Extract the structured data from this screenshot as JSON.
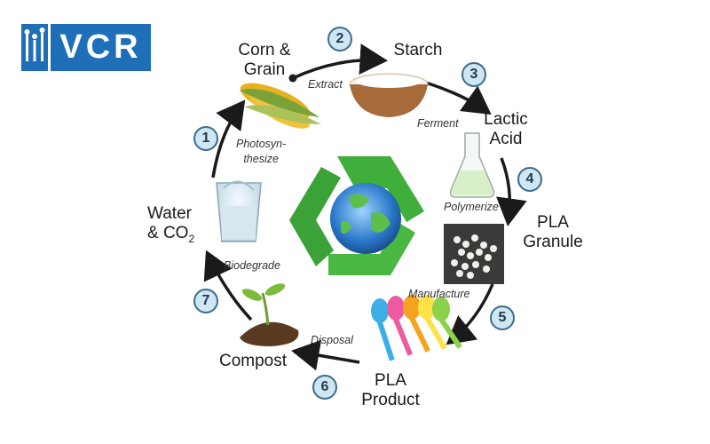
{
  "logo": {
    "text": "VCR"
  },
  "nodes": {
    "corn": "Corn &\nGrain",
    "starch": "Starch",
    "lactic": "Lactic\nAcid",
    "granule": "PLA\nGranule",
    "product": "PLA\nProduct",
    "compost": "Compost",
    "water_main": "Water\n& CO",
    "water_sub": "2"
  },
  "processes": {
    "extract": "Extract",
    "ferment": "Ferment",
    "polymerize": "Polymerize",
    "manufacture": "Manufacture",
    "disposal": "Disposal",
    "biodegrade": "Biodegrade",
    "photosynthesize": "Photosyn-\nthesize"
  },
  "steps": [
    "1",
    "2",
    "3",
    "4",
    "5",
    "6",
    "7"
  ],
  "colors": {
    "step_fill": "#cfe6f3",
    "step_border": "#3a6d8c",
    "logo_blue": "#1f6fb8",
    "recycle_green": "#3fae3b",
    "arrow": "#1a1a1a"
  },
  "icons": [
    "corn-icon",
    "starch-bowl-icon",
    "flask-icon",
    "granules-icon",
    "spoons-icon",
    "sprout-icon",
    "water-glass-icon",
    "recycle-globe-icon"
  ]
}
